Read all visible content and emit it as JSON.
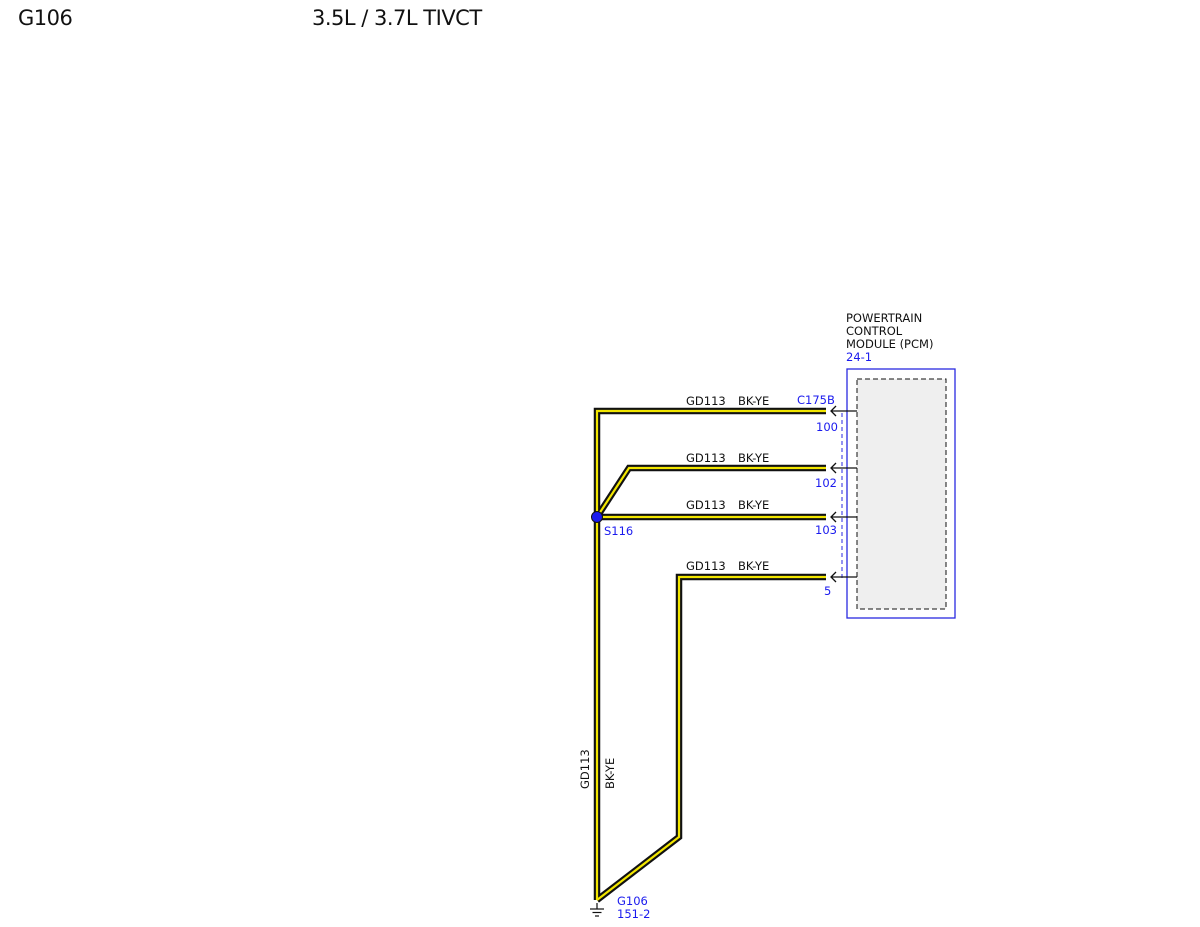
{
  "header": {
    "ground_id": "G106",
    "engine": "3.5L / 3.7L TIVCT"
  },
  "module": {
    "name_lines": [
      "POWERTRAIN",
      "CONTROL",
      "MODULE (PCM)"
    ],
    "ref": "24-1",
    "connector": "C175B"
  },
  "wires": [
    {
      "circuit": "GD113",
      "color": "BK-YE",
      "pin": "100"
    },
    {
      "circuit": "GD113",
      "color": "BK-YE",
      "pin": "102"
    },
    {
      "circuit": "GD113",
      "color": "BK-YE",
      "pin": "103"
    },
    {
      "circuit": "GD113",
      "color": "BK-YE",
      "pin": "5"
    }
  ],
  "splice": {
    "id": "S116"
  },
  "vertical_wire": {
    "circuit": "GD113",
    "color": "BK-YE"
  },
  "ground": {
    "id": "G106",
    "ref": "151-2"
  },
  "colors": {
    "wire_outer": "#111111",
    "wire_inner": "#f2e600",
    "reference_text": "#1a1aee",
    "module_border": "#2a2ae0",
    "module_fill": "#efefef"
  }
}
